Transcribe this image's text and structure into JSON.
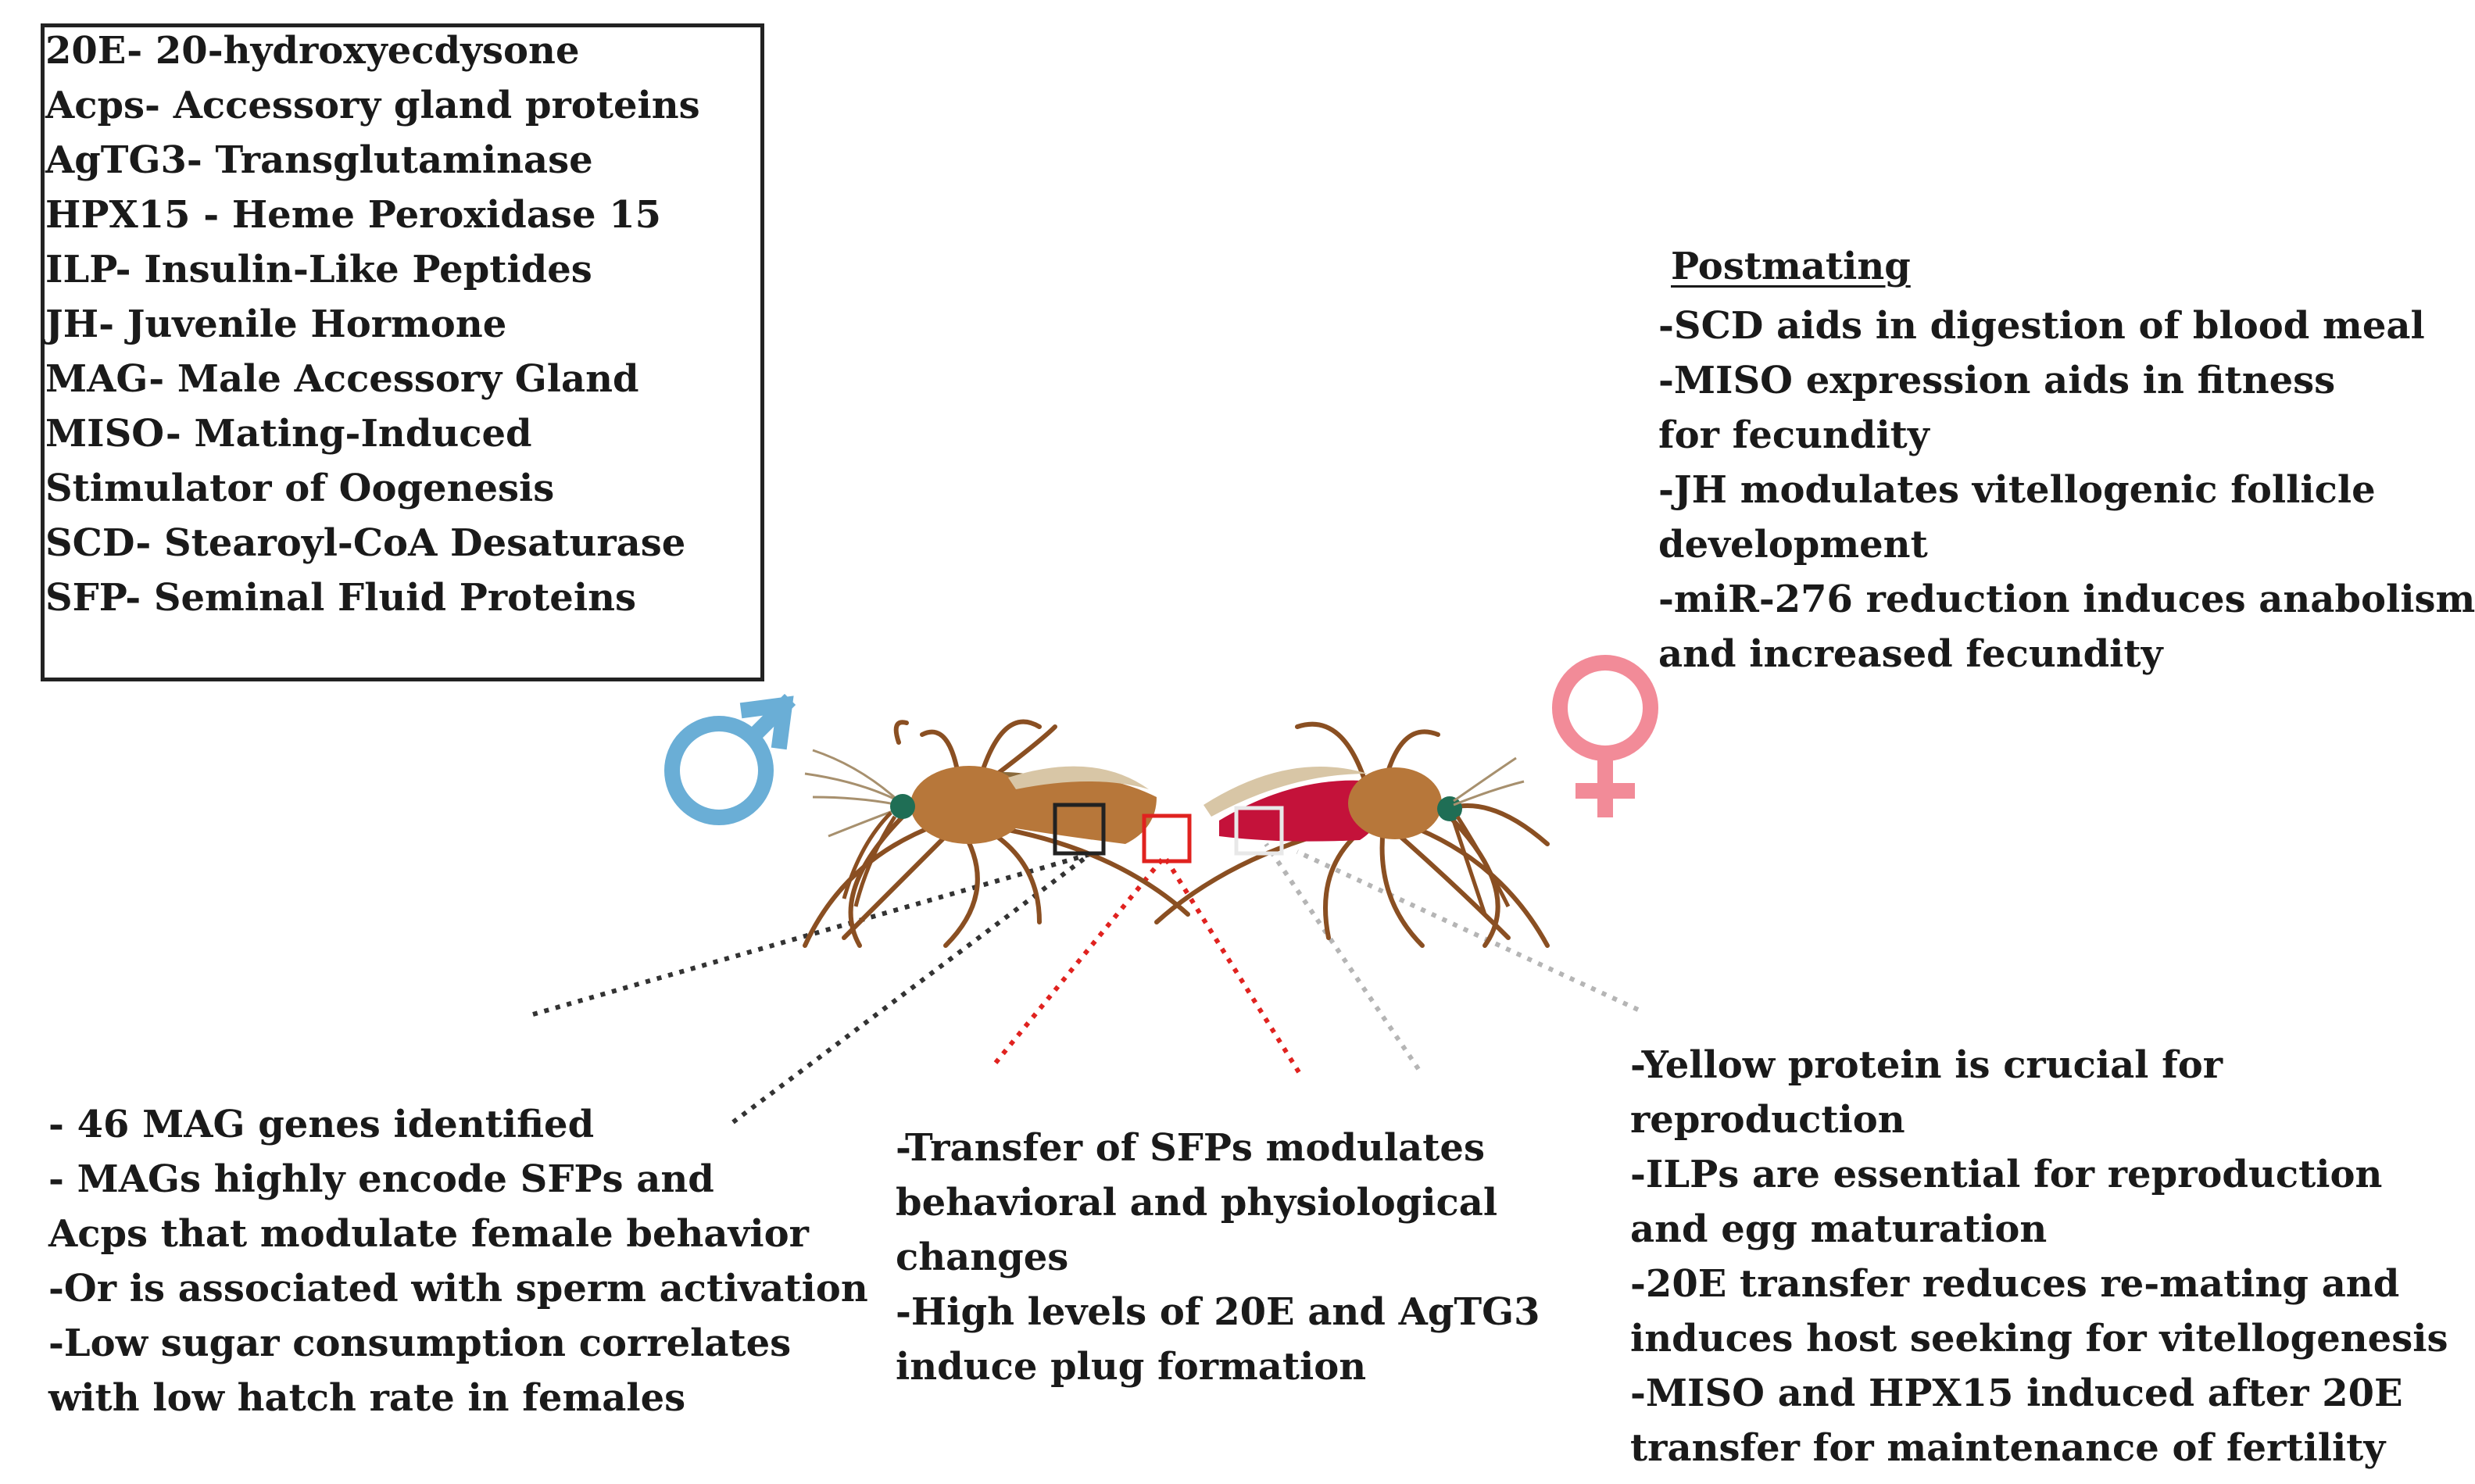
{
  "glossary": {
    "lines": [
      "20E- 20-hydroxyecdysone",
      "Acps- Accessory gland proteins",
      "AgTG3- Transglutaminase",
      "HPX15 - Heme Peroxidase 15",
      "ILP- Insulin-Like Peptides",
      "JH- Juvenile Hormone",
      "MAG- Male Accessory Gland",
      "MISO- Mating-Induced",
      "Stimulator of Oogenesis",
      "SCD- Stearoyl-CoA Desaturase",
      "SFP- Seminal Fluid Proteins"
    ]
  },
  "postmating": {
    "title": "Postmating",
    "lines": [
      "-SCD aids in digestion of blood meal",
      "-MISO expression aids in fitness",
      "for fecundity",
      "-JH modulates vitellogenic follicle",
      "development",
      "-miR-276 reduction induces anabolism",
      "and increased fecundity"
    ]
  },
  "male_notes": {
    "lines": [
      "- 46 MAG genes identified",
      "- MAGs highly encode SFPs and",
      "Acps that modulate female behavior",
      "-Or is associated with sperm activation",
      "-Low sugar consumption correlates",
      "with low hatch rate in females"
    ]
  },
  "sfp_notes": {
    "lines": [
      "-Transfer of SFPs modulates",
      "behavioral and physiological",
      "changes",
      "-High levels of 20E and AgTG3",
      "induce plug formation"
    ]
  },
  "female_notes": {
    "lines": [
      "-Yellow protein is crucial for",
      "reproduction",
      "-ILPs are essential for reproduction",
      "and egg maturation",
      "-20E transfer reduces re-mating and",
      "induces host seeking for vitellogenesis",
      "-MISO and HPX15 induced after 20E",
      "transfer for maintenance of fertility"
    ]
  },
  "symbols": {
    "male_symbol": "male-symbol-icon",
    "female_symbol": "female-symbol-icon"
  },
  "colors": {
    "male_symbol": "#6aaed6",
    "female_symbol": "#f28b98",
    "mosquito_body": "#b7773a",
    "mosquito_legs": "#8a4f22",
    "blood_abdomen": "#c4123a",
    "male_box": "#222222",
    "red_box": "#e0221f",
    "female_box": "#e8e8e8",
    "connector_black": "#333333",
    "connector_red": "#e0221f",
    "connector_grey": "#b5b5b5"
  }
}
